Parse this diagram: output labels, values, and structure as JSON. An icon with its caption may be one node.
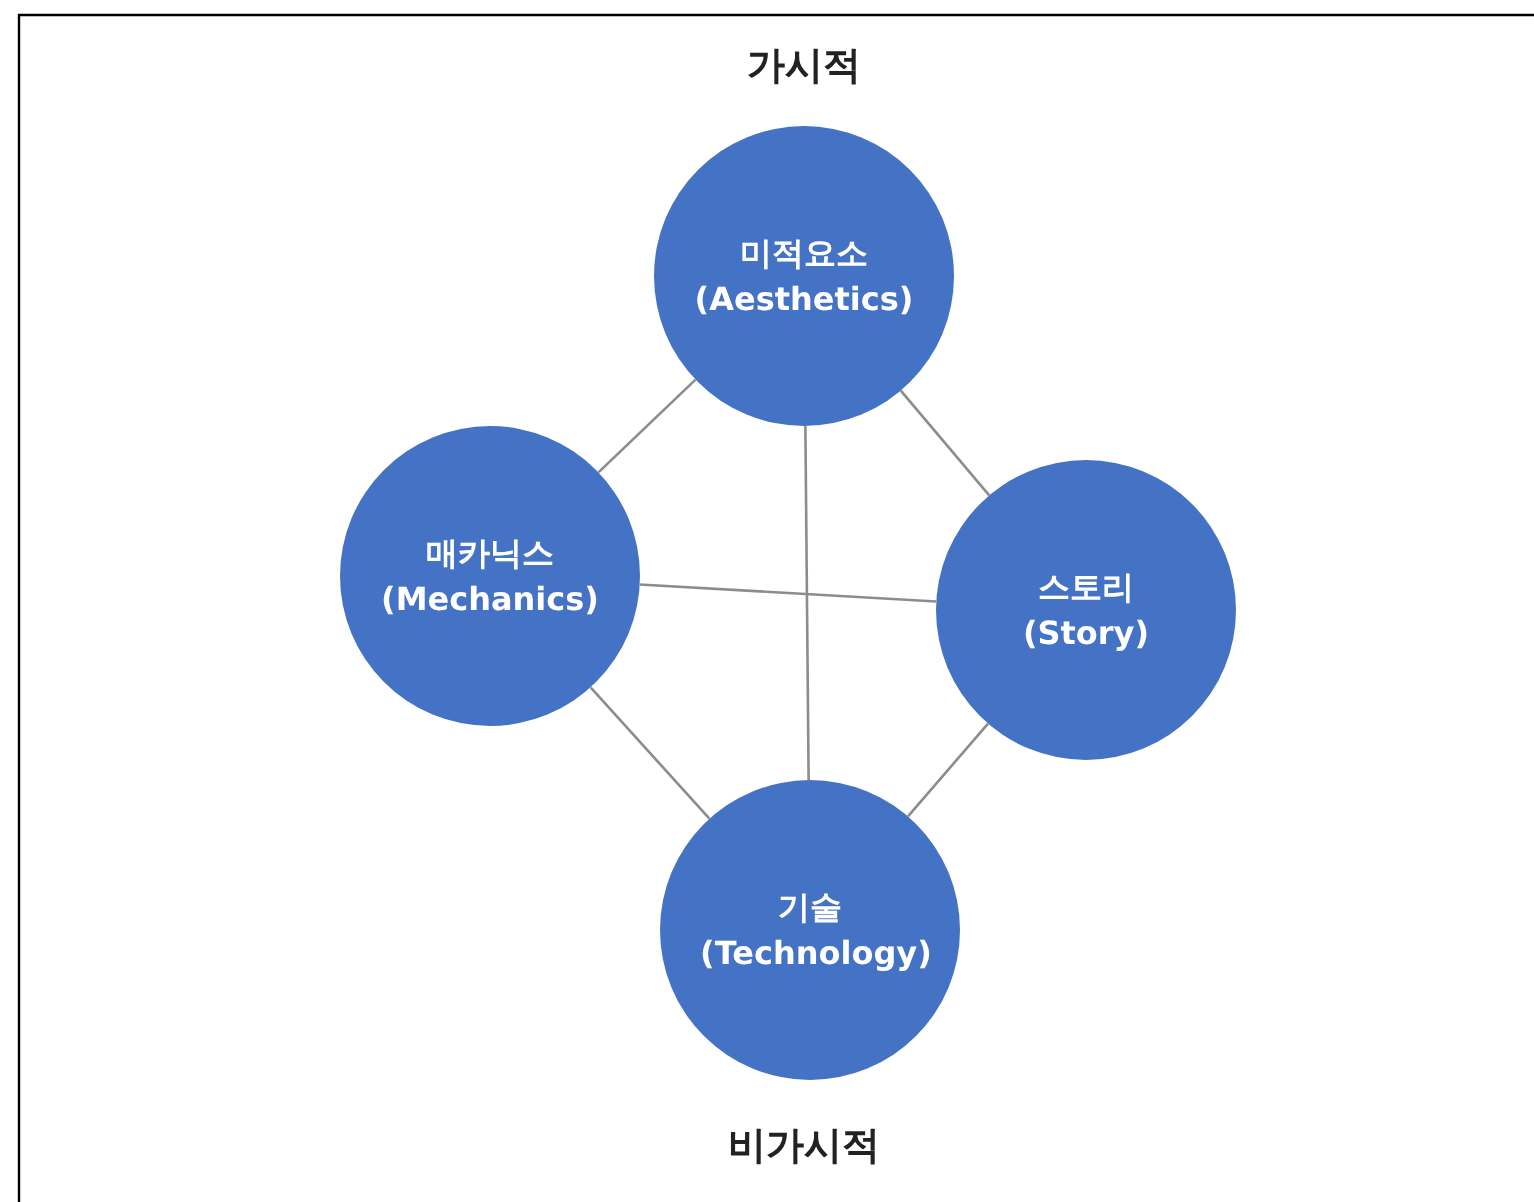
{
  "diagram": {
    "nodes": [
      {
        "text": [
          "미적요소 (Aesthetics)"
        ]
      },
      {
        "text": [
          "매카닉스 (Mechanics)"
        ]
      },
      {
        "text": [
          "스토리 (Story)"
        ]
      },
      {
        "text": [
          "기술 (Technology)"
        ]
      }
    ],
    "edges": [
      {
        "from": 0,
        "to": 1,
        "arrow": "none"
      },
      {
        "from": 0,
        "to": 2,
        "arrow": "none"
      },
      {
        "from": 0,
        "to": 3,
        "arrow": "none"
      },
      {
        "from": 1,
        "to": 2,
        "arrow": "none"
      },
      {
        "from": 1,
        "to": 3,
        "arrow": "none"
      },
      {
        "from": 2,
        "to": 3,
        "arrow": "none"
      }
    ],
    "labels": [
      "가시적",
      "비가시적"
    ]
  }
}
